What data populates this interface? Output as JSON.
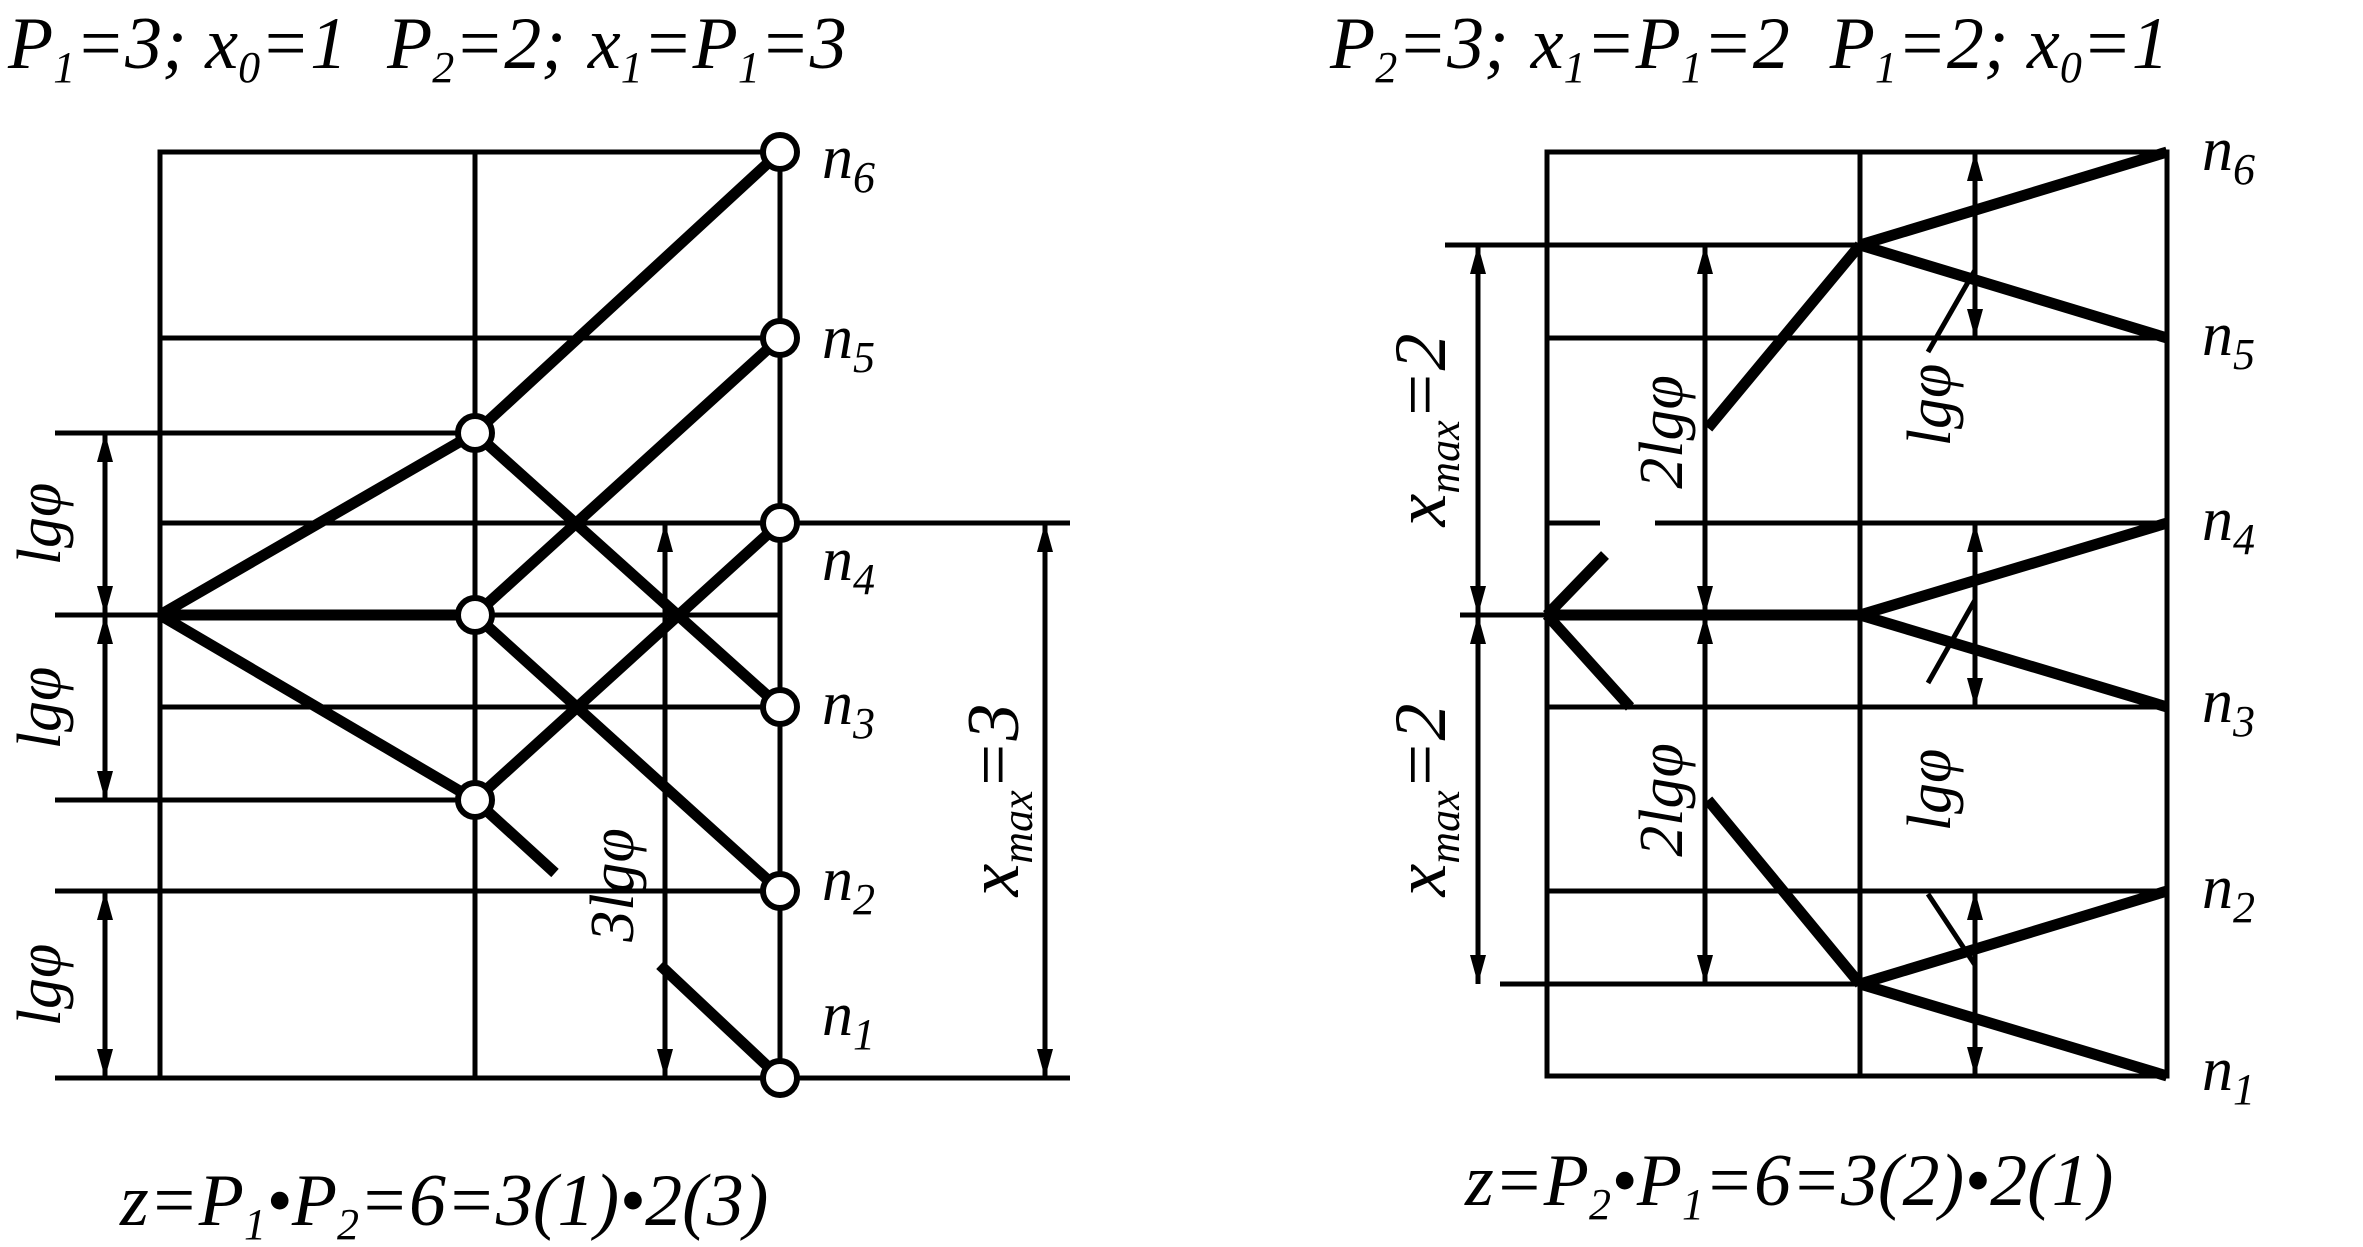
{
  "left": {
    "header": {
      "P1": "P",
      "s1": "1",
      "t1": "=3; x",
      "s2": "0",
      "t2": "=1",
      "P2": "P",
      "s3": "2",
      "t3": "=2;",
      "x1": "x",
      "s4": "1",
      "t4": "=P",
      "s5": "1",
      "t5": "=3"
    },
    "formula": {
      "a": "z=P",
      "as": "1",
      "b": "•P",
      "bs": "2",
      "c": "=6=3(1)•2(3)"
    },
    "n_labels": [
      {
        "base": "n",
        "sub": "6"
      },
      {
        "base": "n",
        "sub": "5"
      },
      {
        "base": "n",
        "sub": "4"
      },
      {
        "base": "n",
        "sub": "3"
      },
      {
        "base": "n",
        "sub": "2"
      },
      {
        "base": "n",
        "sub": "1"
      }
    ],
    "lg": [
      "lgφ",
      "lgφ",
      "lgφ"
    ],
    "three_lg": "3lgφ",
    "xmax": {
      "base": "x",
      "sub": "max",
      "val": "=3"
    }
  },
  "right": {
    "header": {
      "P2": "P",
      "s1": "2",
      "t1": "=3;",
      "x1": "x",
      "s2": "1",
      "t2": "=P",
      "s3": "1",
      "t3": "=2",
      "P1": "P",
      "s4": "1",
      "t4": "=2; x",
      "s5": "0",
      "t5": "=1"
    },
    "formula": {
      "a": "z=P",
      "as": "2",
      "b": "•P",
      "bs": "1",
      "c": "=6=3(2)•2(1)"
    },
    "n_labels": [
      {
        "base": "n",
        "sub": "6"
      },
      {
        "base": "n",
        "sub": "5"
      },
      {
        "base": "n",
        "sub": "4"
      },
      {
        "base": "n",
        "sub": "3"
      },
      {
        "base": "n",
        "sub": "2"
      },
      {
        "base": "n",
        "sub": "1"
      }
    ],
    "two_lg": [
      "2lgφ",
      "2lgφ"
    ],
    "lg": [
      "lgφ",
      "lgφ"
    ],
    "xmax_upper": {
      "base": "x",
      "sub": "max",
      "val": "=2"
    },
    "xmax_lower": {
      "base": "x",
      "sub": "max",
      "val": "=2"
    }
  }
}
